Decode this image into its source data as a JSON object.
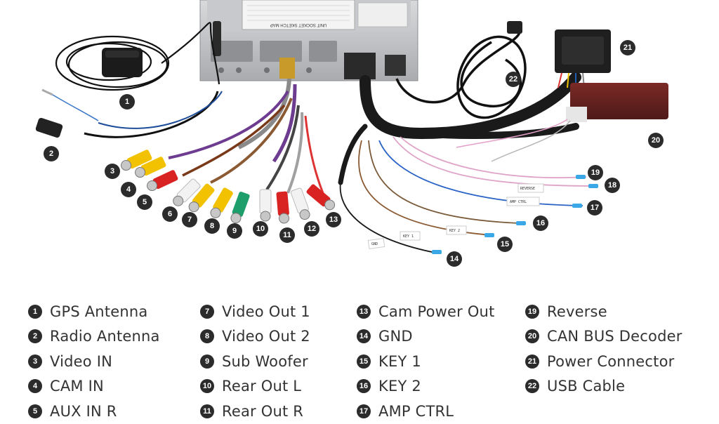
{
  "diagram": {
    "head_unit": {
      "map_title": "UNIT SOCKET SKETCH MAP"
    },
    "wire_tags": {
      "key1": "KEY 1",
      "key2": "KEY 2",
      "gnd": "GND",
      "amp_ctrl": "AMP CTRL",
      "reverse": "REVERSE"
    },
    "callouts": [
      "1",
      "2",
      "3",
      "4",
      "5",
      "6",
      "7",
      "8",
      "9",
      "10",
      "11",
      "12",
      "13",
      "14",
      "15",
      "16",
      "17",
      "18",
      "19",
      "20",
      "21",
      "22"
    ]
  },
  "legend": {
    "columns": [
      {
        "items": [
          {
            "num": "1",
            "label": "GPS Antenna"
          },
          {
            "num": "2",
            "label": "Radio Antenna"
          },
          {
            "num": "3",
            "label": "Video IN"
          },
          {
            "num": "4",
            "label": "CAM IN"
          },
          {
            "num": "5",
            "label": "AUX IN R"
          }
        ]
      },
      {
        "items": [
          {
            "num": "7",
            "label": "Video Out 1"
          },
          {
            "num": "8",
            "label": "Video Out 2"
          },
          {
            "num": "9",
            "label": "Sub Woofer"
          },
          {
            "num": "10",
            "label": "Rear Out L"
          },
          {
            "num": "11",
            "label": "Rear Out R"
          }
        ]
      },
      {
        "items": [
          {
            "num": "13",
            "label": "Cam Power Out"
          },
          {
            "num": "14",
            "label": "GND"
          },
          {
            "num": "15",
            "label": "KEY 1"
          },
          {
            "num": "16",
            "label": "KEY 2"
          },
          {
            "num": "17",
            "label": "AMP CTRL"
          }
        ]
      },
      {
        "items": [
          {
            "num": "19",
            "label": "Reverse"
          },
          {
            "num": "20",
            "label": "CAN BUS Decoder"
          },
          {
            "num": "21",
            "label": "Power Connector"
          },
          {
            "num": "22",
            "label": "USB Cable"
          }
        ]
      }
    ]
  },
  "colors": {
    "badge": "#2b2b2b",
    "label_text": "#333333",
    "rca_yellow": "#f2c200",
    "rca_red": "#d92323",
    "rca_white": "#f2f2f2",
    "rca_green": "#1e9e6a",
    "sleeve": "#1a1a1a"
  }
}
